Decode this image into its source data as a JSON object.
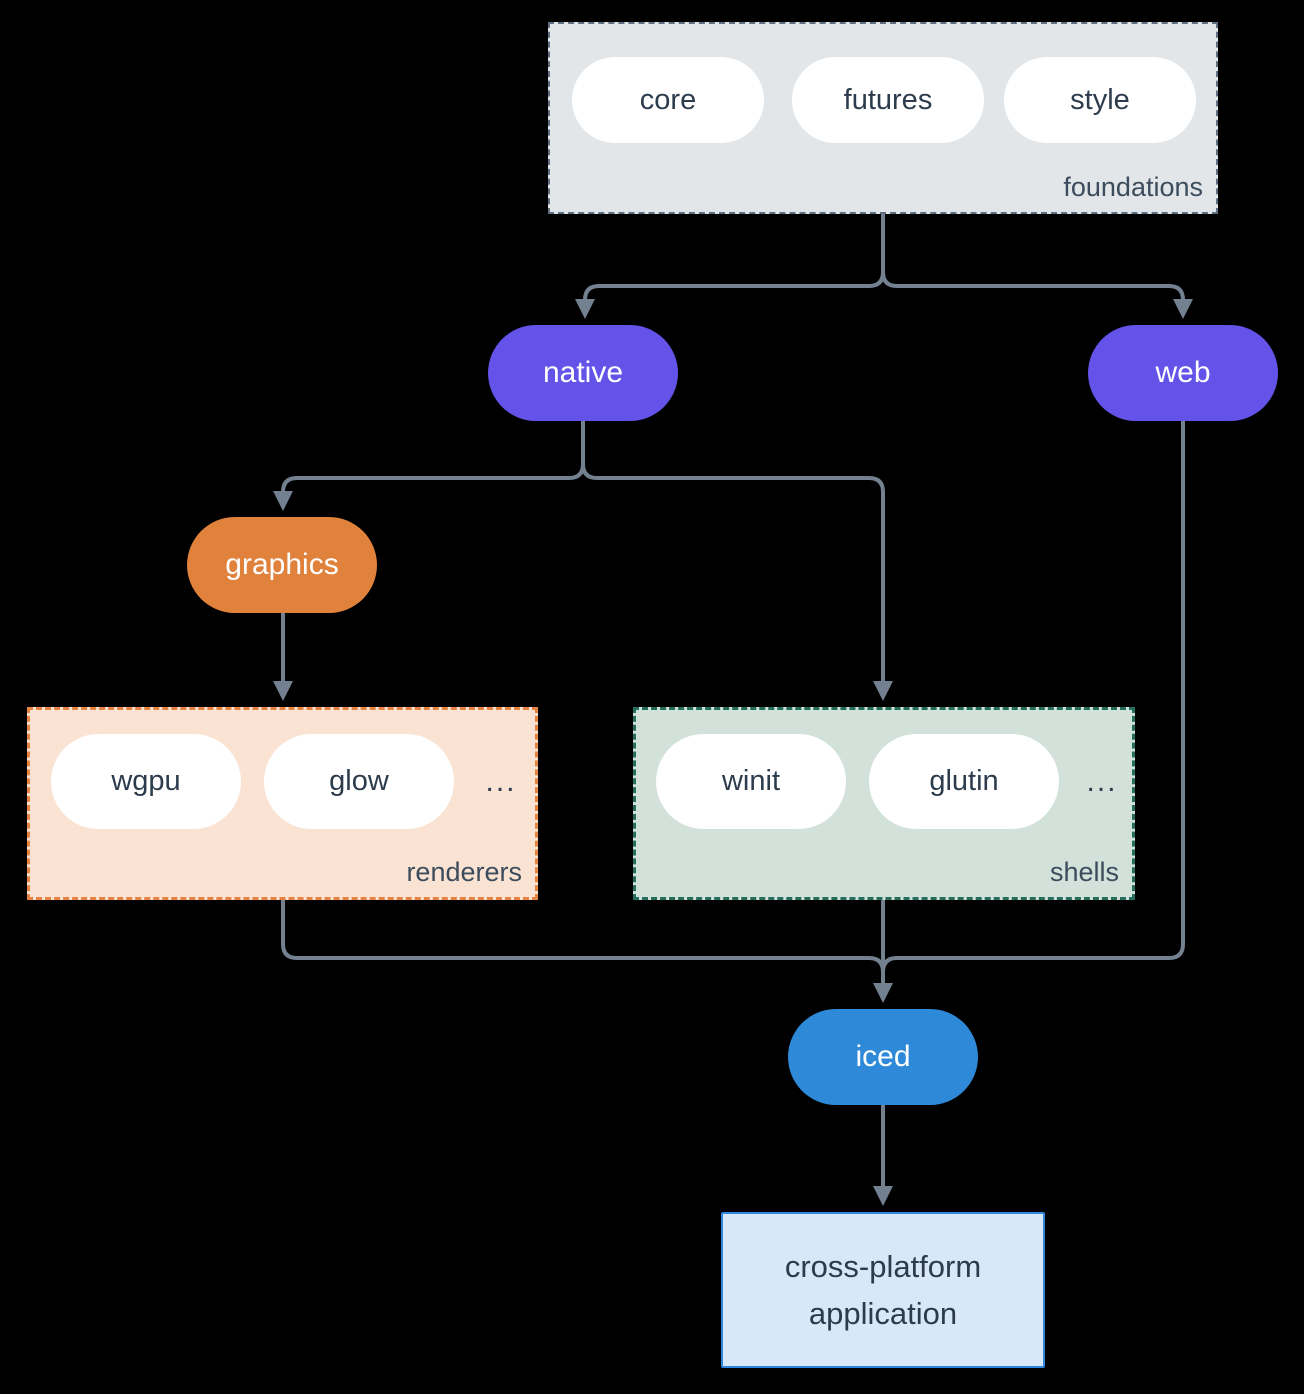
{
  "groups": {
    "foundations": {
      "label": "foundations",
      "pills": [
        "core",
        "futures",
        "style"
      ]
    },
    "renderers": {
      "label": "renderers",
      "pills": [
        "wgpu",
        "glow"
      ],
      "ellipsis": "..."
    },
    "shells": {
      "label": "shells",
      "pills": [
        "winit",
        "glutin"
      ],
      "ellipsis": "..."
    }
  },
  "nodes": {
    "native": "native",
    "web": "web",
    "graphics": "graphics",
    "iced": "iced",
    "application": {
      "line1": "cross-platform",
      "line2": "application"
    }
  },
  "colors": {
    "background": "#000000",
    "connector": "#73808f",
    "foundations_fill": "#e2e6e9",
    "foundations_border": "#5f7082",
    "renderers_fill": "#fae3d3",
    "renderers_border": "#e8833f",
    "shells_fill": "#d2e1da",
    "shells_border": "#256e5d",
    "purple_node": "#6453e8",
    "orange_node": "#e0813c",
    "blue_node": "#2e8ad9",
    "app_fill": "#d8e8f8",
    "app_border": "#2e86dd",
    "pill_fill": "#ffffff",
    "pill_text": "#2d3c4d",
    "group_label_text": "#3c4c5c",
    "node_text": "#ffffff"
  }
}
